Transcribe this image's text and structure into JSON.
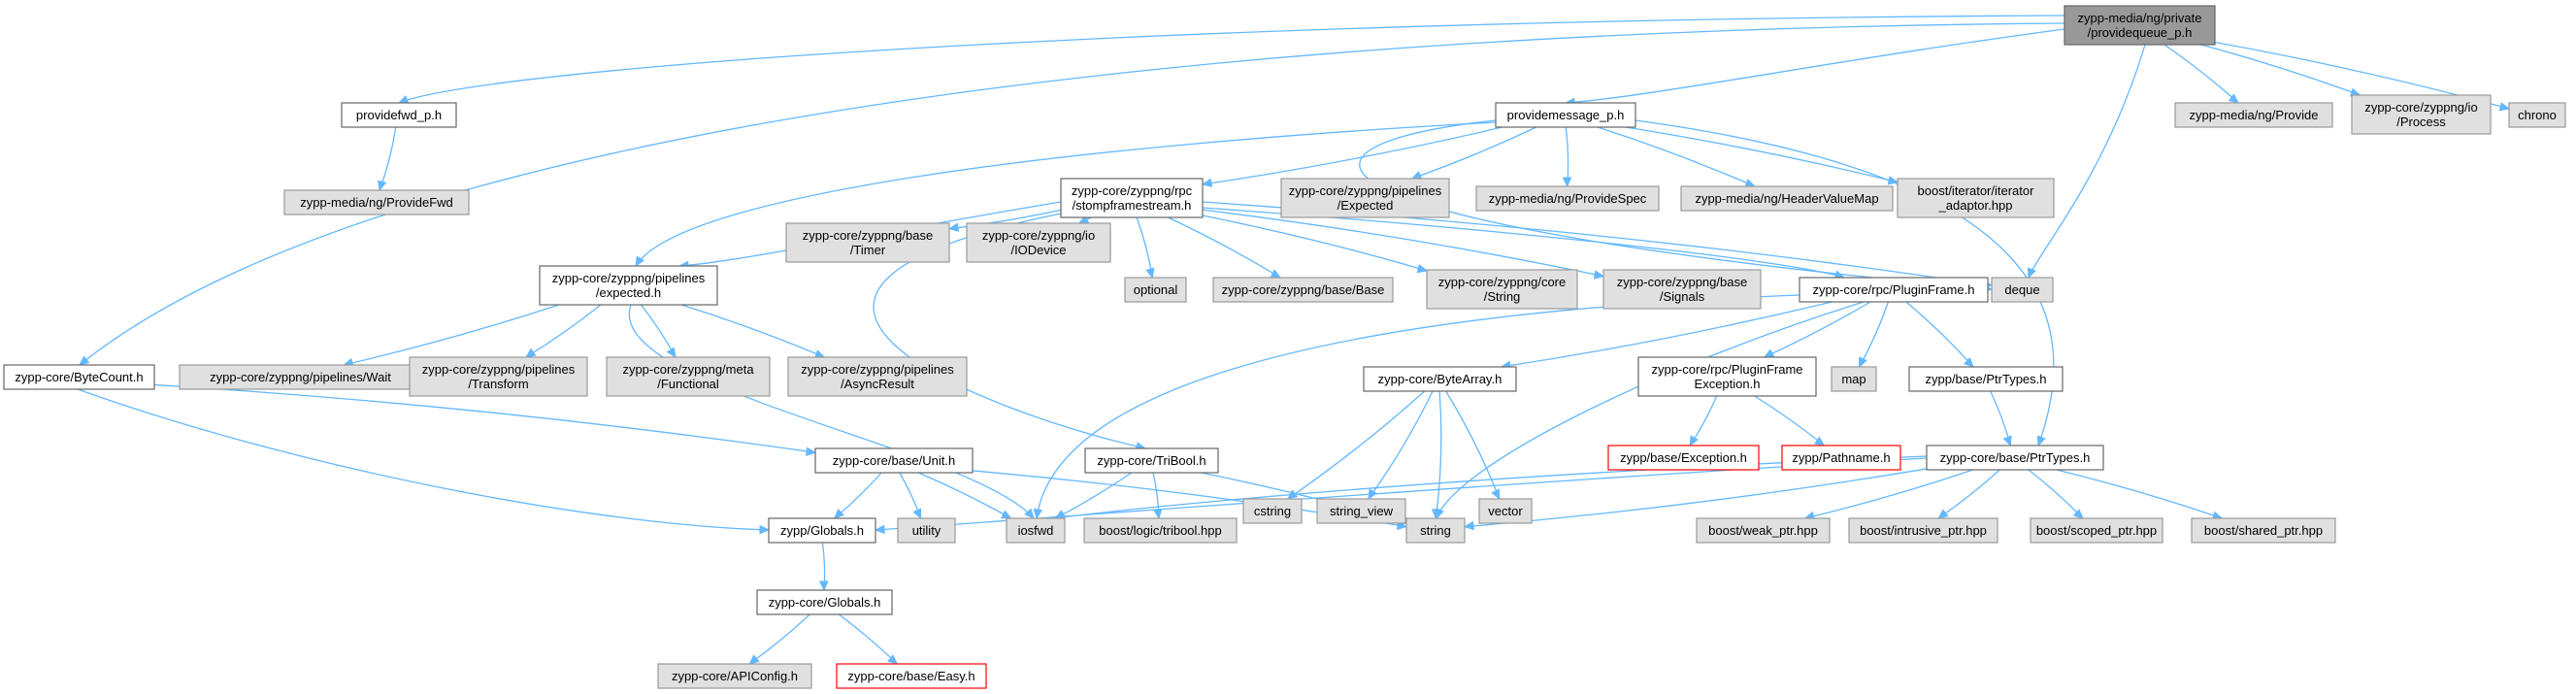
{
  "colors": {
    "edge": "#63b8ff",
    "root_fill": "#999999",
    "root_stroke": "#666666",
    "documented_fill": "#ffffff",
    "documented_stroke": "#666666",
    "external_fill": "#e0e0e0",
    "external_stroke": "#999999",
    "missing_fill": "#ffffff",
    "missing_stroke": "#ff0000"
  },
  "nodes": [
    {
      "id": "root",
      "lines": [
        "zypp-media/ng/private",
        "/providequeue_p.h"
      ],
      "kind": "root"
    },
    {
      "id": "providefwd",
      "lines": [
        "providefwd_p.h"
      ],
      "kind": "documented"
    },
    {
      "id": "providemessage",
      "lines": [
        "providemessage_p.h"
      ],
      "kind": "documented"
    },
    {
      "id": "media_provide",
      "lines": [
        "zypp-media/ng/Provide"
      ],
      "kind": "external"
    },
    {
      "id": "io_process",
      "lines": [
        "zypp-core/zyppng/io",
        "/Process"
      ],
      "kind": "external"
    },
    {
      "id": "chrono",
      "lines": [
        "chrono"
      ],
      "kind": "external"
    },
    {
      "id": "providefwd_ext",
      "lines": [
        "zypp-media/ng/ProvideFwd"
      ],
      "kind": "external"
    },
    {
      "id": "stompframestream",
      "lines": [
        "zypp-core/zyppng/rpc",
        "/stompframestream.h"
      ],
      "kind": "documented"
    },
    {
      "id": "pipelines_expected_ext",
      "lines": [
        "zypp-core/zyppng/pipelines",
        "/Expected"
      ],
      "kind": "external"
    },
    {
      "id": "providespec",
      "lines": [
        "zypp-media/ng/ProvideSpec"
      ],
      "kind": "external"
    },
    {
      "id": "headervaluemap",
      "lines": [
        "zypp-media/ng/HeaderValueMap"
      ],
      "kind": "external"
    },
    {
      "id": "iterator_adaptor",
      "lines": [
        "boost/iterator/iterator",
        "_adaptor.hpp"
      ],
      "kind": "external"
    },
    {
      "id": "expected_h",
      "lines": [
        "zypp-core/zyppng/pipelines",
        "/expected.h"
      ],
      "kind": "documented"
    },
    {
      "id": "base_timer",
      "lines": [
        "zypp-core/zyppng/base",
        "/Timer"
      ],
      "kind": "external"
    },
    {
      "id": "io_iodevice",
      "lines": [
        "zypp-core/zyppng/io",
        "/IODevice"
      ],
      "kind": "external"
    },
    {
      "id": "optional",
      "lines": [
        "optional"
      ],
      "kind": "external"
    },
    {
      "id": "base_base",
      "lines": [
        "zypp-core/zyppng/base/Base"
      ],
      "kind": "external"
    },
    {
      "id": "core_string",
      "lines": [
        "zypp-core/zyppng/core",
        "/String"
      ],
      "kind": "external"
    },
    {
      "id": "base_signals",
      "lines": [
        "zypp-core/zyppng/base",
        "/Signals"
      ],
      "kind": "external"
    },
    {
      "id": "deque",
      "lines": [
        "deque"
      ],
      "kind": "external"
    },
    {
      "id": "pluginframe",
      "lines": [
        "zypp-core/rpc/PluginFrame.h"
      ],
      "kind": "documented"
    },
    {
      "id": "bytecount",
      "lines": [
        "zypp-core/ByteCount.h"
      ],
      "kind": "documented"
    },
    {
      "id": "pipelines_wait",
      "lines": [
        "zypp-core/zyppng/pipelines/Wait"
      ],
      "kind": "external"
    },
    {
      "id": "pipelines_transform",
      "lines": [
        "zypp-core/zyppng/pipelines",
        "/Transform"
      ],
      "kind": "external"
    },
    {
      "id": "meta_functional",
      "lines": [
        "zypp-core/zyppng/meta",
        "/Functional"
      ],
      "kind": "external"
    },
    {
      "id": "pipelines_asyncresult",
      "lines": [
        "zypp-core/zyppng/pipelines",
        "/AsyncResult"
      ],
      "kind": "external"
    },
    {
      "id": "bytearray",
      "lines": [
        "zypp-core/ByteArray.h"
      ],
      "kind": "documented"
    },
    {
      "id": "pluginframe_exc",
      "lines": [
        "zypp-core/rpc/PluginFrame",
        "Exception.h"
      ],
      "kind": "documented"
    },
    {
      "id": "map",
      "lines": [
        "map"
      ],
      "kind": "external"
    },
    {
      "id": "zypp_ptrtypes",
      "lines": [
        "zypp/base/PtrTypes.h"
      ],
      "kind": "documented"
    },
    {
      "id": "unit_h",
      "lines": [
        "zypp-core/base/Unit.h"
      ],
      "kind": "documented"
    },
    {
      "id": "tribool_h",
      "lines": [
        "zypp-core/TriBool.h"
      ],
      "kind": "documented"
    },
    {
      "id": "cstring",
      "lines": [
        "cstring"
      ],
      "kind": "external"
    },
    {
      "id": "string_view",
      "lines": [
        "string_view"
      ],
      "kind": "external"
    },
    {
      "id": "vector",
      "lines": [
        "vector"
      ],
      "kind": "external"
    },
    {
      "id": "zypp_exception",
      "lines": [
        "zypp/base/Exception.h"
      ],
      "kind": "missing"
    },
    {
      "id": "zypp_pathname",
      "lines": [
        "zypp/Pathname.h"
      ],
      "kind": "missing"
    },
    {
      "id": "core_ptrtypes",
      "lines": [
        "zypp-core/base/PtrTypes.h"
      ],
      "kind": "documented"
    },
    {
      "id": "zypp_globals",
      "lines": [
        "zypp/Globals.h"
      ],
      "kind": "documented"
    },
    {
      "id": "utility",
      "lines": [
        "utility"
      ],
      "kind": "external"
    },
    {
      "id": "iosfwd",
      "lines": [
        "iosfwd"
      ],
      "kind": "external"
    },
    {
      "id": "tribool_hpp",
      "lines": [
        "boost/logic/tribool.hpp"
      ],
      "kind": "external"
    },
    {
      "id": "string",
      "lines": [
        "string"
      ],
      "kind": "external"
    },
    {
      "id": "weak_ptr",
      "lines": [
        "boost/weak_ptr.hpp"
      ],
      "kind": "external"
    },
    {
      "id": "intrusive_ptr",
      "lines": [
        "boost/intrusive_ptr.hpp"
      ],
      "kind": "external"
    },
    {
      "id": "scoped_ptr",
      "lines": [
        "boost/scoped_ptr.hpp"
      ],
      "kind": "external"
    },
    {
      "id": "shared_ptr",
      "lines": [
        "boost/shared_ptr.hpp"
      ],
      "kind": "external"
    },
    {
      "id": "core_globals",
      "lines": [
        "zypp-core/Globals.h"
      ],
      "kind": "documented"
    },
    {
      "id": "apiconfig",
      "lines": [
        "zypp-core/APIConfig.h"
      ],
      "kind": "external"
    },
    {
      "id": "base_easy",
      "lines": [
        "zypp-core/base/Easy.h"
      ],
      "kind": "missing"
    }
  ],
  "edges": [
    [
      "root",
      "providefwd"
    ],
    [
      "root",
      "providemessage"
    ],
    [
      "root",
      "media_provide"
    ],
    [
      "root",
      "io_process"
    ],
    [
      "root",
      "chrono"
    ],
    [
      "root",
      "bytecount"
    ],
    [
      "root",
      "deque"
    ],
    [
      "providefwd",
      "providefwd_ext"
    ],
    [
      "providemessage",
      "stompframestream"
    ],
    [
      "providemessage",
      "pipelines_expected_ext"
    ],
    [
      "providemessage",
      "providespec"
    ],
    [
      "providemessage",
      "headervaluemap"
    ],
    [
      "providemessage",
      "iterator_adaptor"
    ],
    [
      "providemessage",
      "expected_h"
    ],
    [
      "providemessage",
      "deque"
    ],
    [
      "providemessage",
      "core_ptrtypes"
    ],
    [
      "stompframestream",
      "expected_h"
    ],
    [
      "stompframestream",
      "base_timer"
    ],
    [
      "stompframestream",
      "io_iodevice"
    ],
    [
      "stompframestream",
      "optional"
    ],
    [
      "stompframestream",
      "base_base"
    ],
    [
      "stompframestream",
      "core_string"
    ],
    [
      "stompframestream",
      "base_signals"
    ],
    [
      "stompframestream",
      "deque"
    ],
    [
      "stompframestream",
      "pluginframe"
    ],
    [
      "stompframestream",
      "tribool_h"
    ],
    [
      "expected_h",
      "pipelines_wait"
    ],
    [
      "expected_h",
      "pipelines_transform"
    ],
    [
      "expected_h",
      "meta_functional"
    ],
    [
      "expected_h",
      "pipelines_asyncresult"
    ],
    [
      "expected_h",
      "iosfwd"
    ],
    [
      "pluginframe",
      "bytearray"
    ],
    [
      "pluginframe",
      "pluginframe_exc"
    ],
    [
      "pluginframe",
      "map"
    ],
    [
      "pluginframe",
      "zypp_ptrtypes"
    ],
    [
      "pluginframe",
      "string"
    ],
    [
      "pluginframe",
      "iosfwd"
    ],
    [
      "bytecount",
      "unit_h"
    ],
    [
      "bytecount",
      "zypp_globals"
    ],
    [
      "bytearray",
      "cstring"
    ],
    [
      "bytearray",
      "string_view"
    ],
    [
      "bytearray",
      "vector"
    ],
    [
      "bytearray",
      "string"
    ],
    [
      "pluginframe_exc",
      "zypp_exception"
    ],
    [
      "pluginframe_exc",
      "zypp_pathname"
    ],
    [
      "zypp_ptrtypes",
      "core_ptrtypes"
    ],
    [
      "unit_h",
      "zypp_globals"
    ],
    [
      "unit_h",
      "utility"
    ],
    [
      "unit_h",
      "iosfwd"
    ],
    [
      "unit_h",
      "string"
    ],
    [
      "tribool_h",
      "iosfwd"
    ],
    [
      "tribool_h",
      "tribool_hpp"
    ],
    [
      "tribool_h",
      "string"
    ],
    [
      "core_ptrtypes",
      "zypp_globals"
    ],
    [
      "core_ptrtypes",
      "iosfwd"
    ],
    [
      "core_ptrtypes",
      "string"
    ],
    [
      "core_ptrtypes",
      "weak_ptr"
    ],
    [
      "core_ptrtypes",
      "intrusive_ptr"
    ],
    [
      "core_ptrtypes",
      "scoped_ptr"
    ],
    [
      "core_ptrtypes",
      "shared_ptr"
    ],
    [
      "zypp_globals",
      "core_globals"
    ],
    [
      "core_globals",
      "apiconfig"
    ],
    [
      "core_globals",
      "base_easy"
    ]
  ]
}
